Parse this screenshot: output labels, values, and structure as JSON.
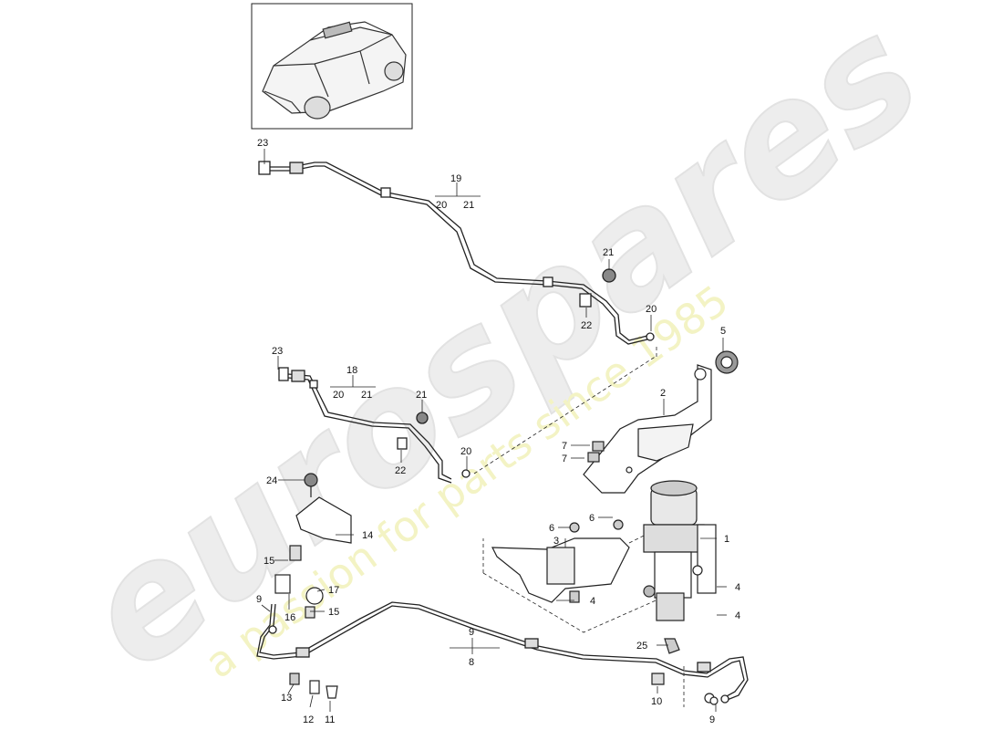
{
  "watermark": {
    "brand": "eurospares",
    "tagline": "a passion for parts since 1985",
    "brand_color": "#ededed",
    "tagline_color": "#f3f3c4"
  },
  "thumbnail": {
    "description_icon": "car-icon"
  },
  "callouts": {
    "c23a": "23",
    "c19": "19",
    "c20a": "20",
    "c21a": "21",
    "c21b": "21",
    "c22a": "22",
    "c20b": "20",
    "c23b": "23",
    "c18": "18",
    "c20c": "20",
    "c21c": "21",
    "c21d": "21",
    "c22b": "22",
    "c20d": "20",
    "c5": "5",
    "c2": "2",
    "c7a": "7",
    "c7b": "7",
    "c24": "24",
    "c14": "14",
    "c15a": "15",
    "c6a": "6",
    "c6b": "6",
    "c3": "3",
    "c1": "1",
    "c4a": "4",
    "c4b": "4",
    "c4c": "4",
    "c9a": "9",
    "c17": "17",
    "c15b": "15",
    "c16": "16",
    "c9b": "9",
    "c8": "8",
    "c25": "25",
    "c10": "10",
    "c9c": "9",
    "c13": "13",
    "c12": "12",
    "c11": "11"
  }
}
